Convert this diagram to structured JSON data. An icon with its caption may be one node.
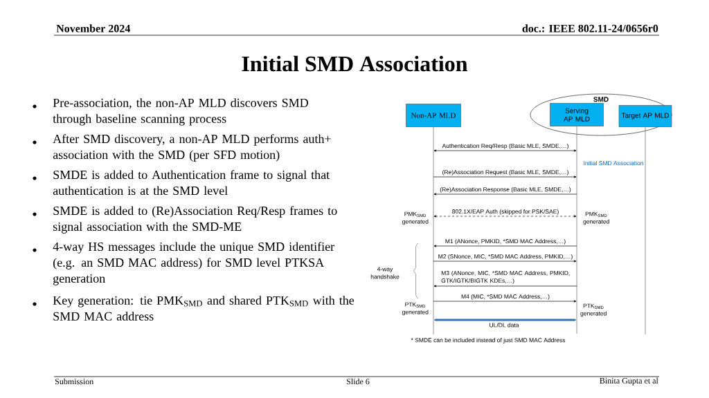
{
  "diagram": {
    "title": "Initial SMD Association",
    "nodes": [
      {
        "text": [
          "SMD"
        ]
      },
      {
        "text": [
          "Non-AP MLD"
        ]
      },
      {
        "text": [
          "Serving AP MLD"
        ],
        "in": 0
      },
      {
        "text": [
          "Target AP MLD"
        ],
        "in": 0
      },
      {
        "text": [],
        "shape": "bar"
      },
      {
        "text": [],
        "shape": "bar"
      },
      {
        "text": [],
        "shape": "bar"
      }
    ],
    "edges": [
      {
        "from": 4,
        "to": 5,
        "arrow": "both",
        "label": "Authentication Req/Resp (Basic MLE, SMDE,…)"
      },
      {
        "from": 4,
        "to": 5,
        "arrow": "to",
        "label": "(Re)Association Request (Basic MLE, SMDE,…)"
      },
      {
        "from": 5,
        "to": 4,
        "arrow": "to",
        "label": "(Re)Association Response (Basic MLE, SMDE,…)"
      },
      {
        "from": 4,
        "to": 5,
        "arrow": "both",
        "style": "dashed",
        "label": "802.1X/EAP Auth (skipped for PSK/SAE)"
      },
      {
        "from": 5,
        "to": 4,
        "arrow": "to",
        "label": "M1 (ANonce, PMKID, *SMD MAC Address,…)"
      },
      {
        "from": 4,
        "to": 5,
        "arrow": "to",
        "label": "M2 (SNonce, MIC, *SMD MAC Address, PMKID,…)"
      },
      {
        "from": 5,
        "to": 4,
        "arrow": "to",
        "label": "M3 (ANonce, MIC, *SMD MAC Address, PMKID, GTK/IGTK/BIGTK KDEs,…)"
      },
      {
        "from": 4,
        "to": 5,
        "arrow": "to",
        "label": "M4 (MIC, *SMD MAC Address,…)"
      },
      {
        "from": 4,
        "to": 5,
        "arrow": "both",
        "style": "thick",
        "color": "#2e75b6",
        "label": "UL/DL data"
      }
    ],
    "labels": [
      "November 2024",
      "doc.: IEEE 802.11-24/0656r0",
      "Pre-association, the non-AP MLD discovers SMD through baseline scanning process",
      "After SMD discovery, a non-AP MLD performs auth+ association with the SMD (per SFD motion)",
      "SMDE is added to Authentication frame to signal that authentication is at the SMD level",
      "SMDE is added to (Re)Association Req/Resp frames to signal association with the SMD-ME",
      "4-way HS messages include the unique SMD identifier (e.g. an SMD MAC address) for SMD level PTKSA generation",
      "Key generation: tie PMK$_{SMD}$ and shared PTK$_{SMD}$ with the SMD MAC address",
      "Initial SMD Association",
      "PMK$_{SMD}$ generated",
      "PMK$_{SMD}$ generated",
      "4-way handshake",
      "PTK$_{SMD}$ generated",
      "PTK$_{SMD}$ generated",
      "* SMDE can be included instead of just SMD MAC Address",
      "Submission",
      "Slide 6",
      "Binita Gupta et al"
    ]
  }
}
